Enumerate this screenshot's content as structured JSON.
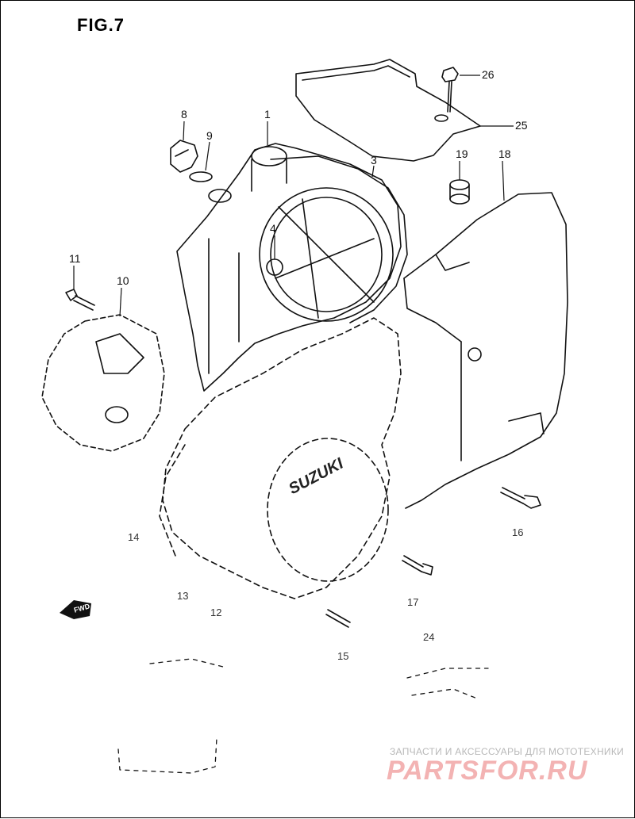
{
  "figure": {
    "title": "FIG.7"
  },
  "brand_marking": "SUZUKI",
  "fwd_marker": "FWD",
  "callouts": [
    "1",
    "3",
    "4",
    "8",
    "9",
    "10",
    "11",
    "12",
    "13",
    "14",
    "15",
    "16",
    "17",
    "18",
    "19",
    "24",
    "25",
    "26"
  ],
  "watermark": {
    "text": "ЗАПЧАСТИ И АКСЕССУАРЫ ДЛЯ МОТОТЕХНИКИ",
    "logo": "PARTSFOR.RU",
    "logo_color": "#f3b3b3"
  }
}
